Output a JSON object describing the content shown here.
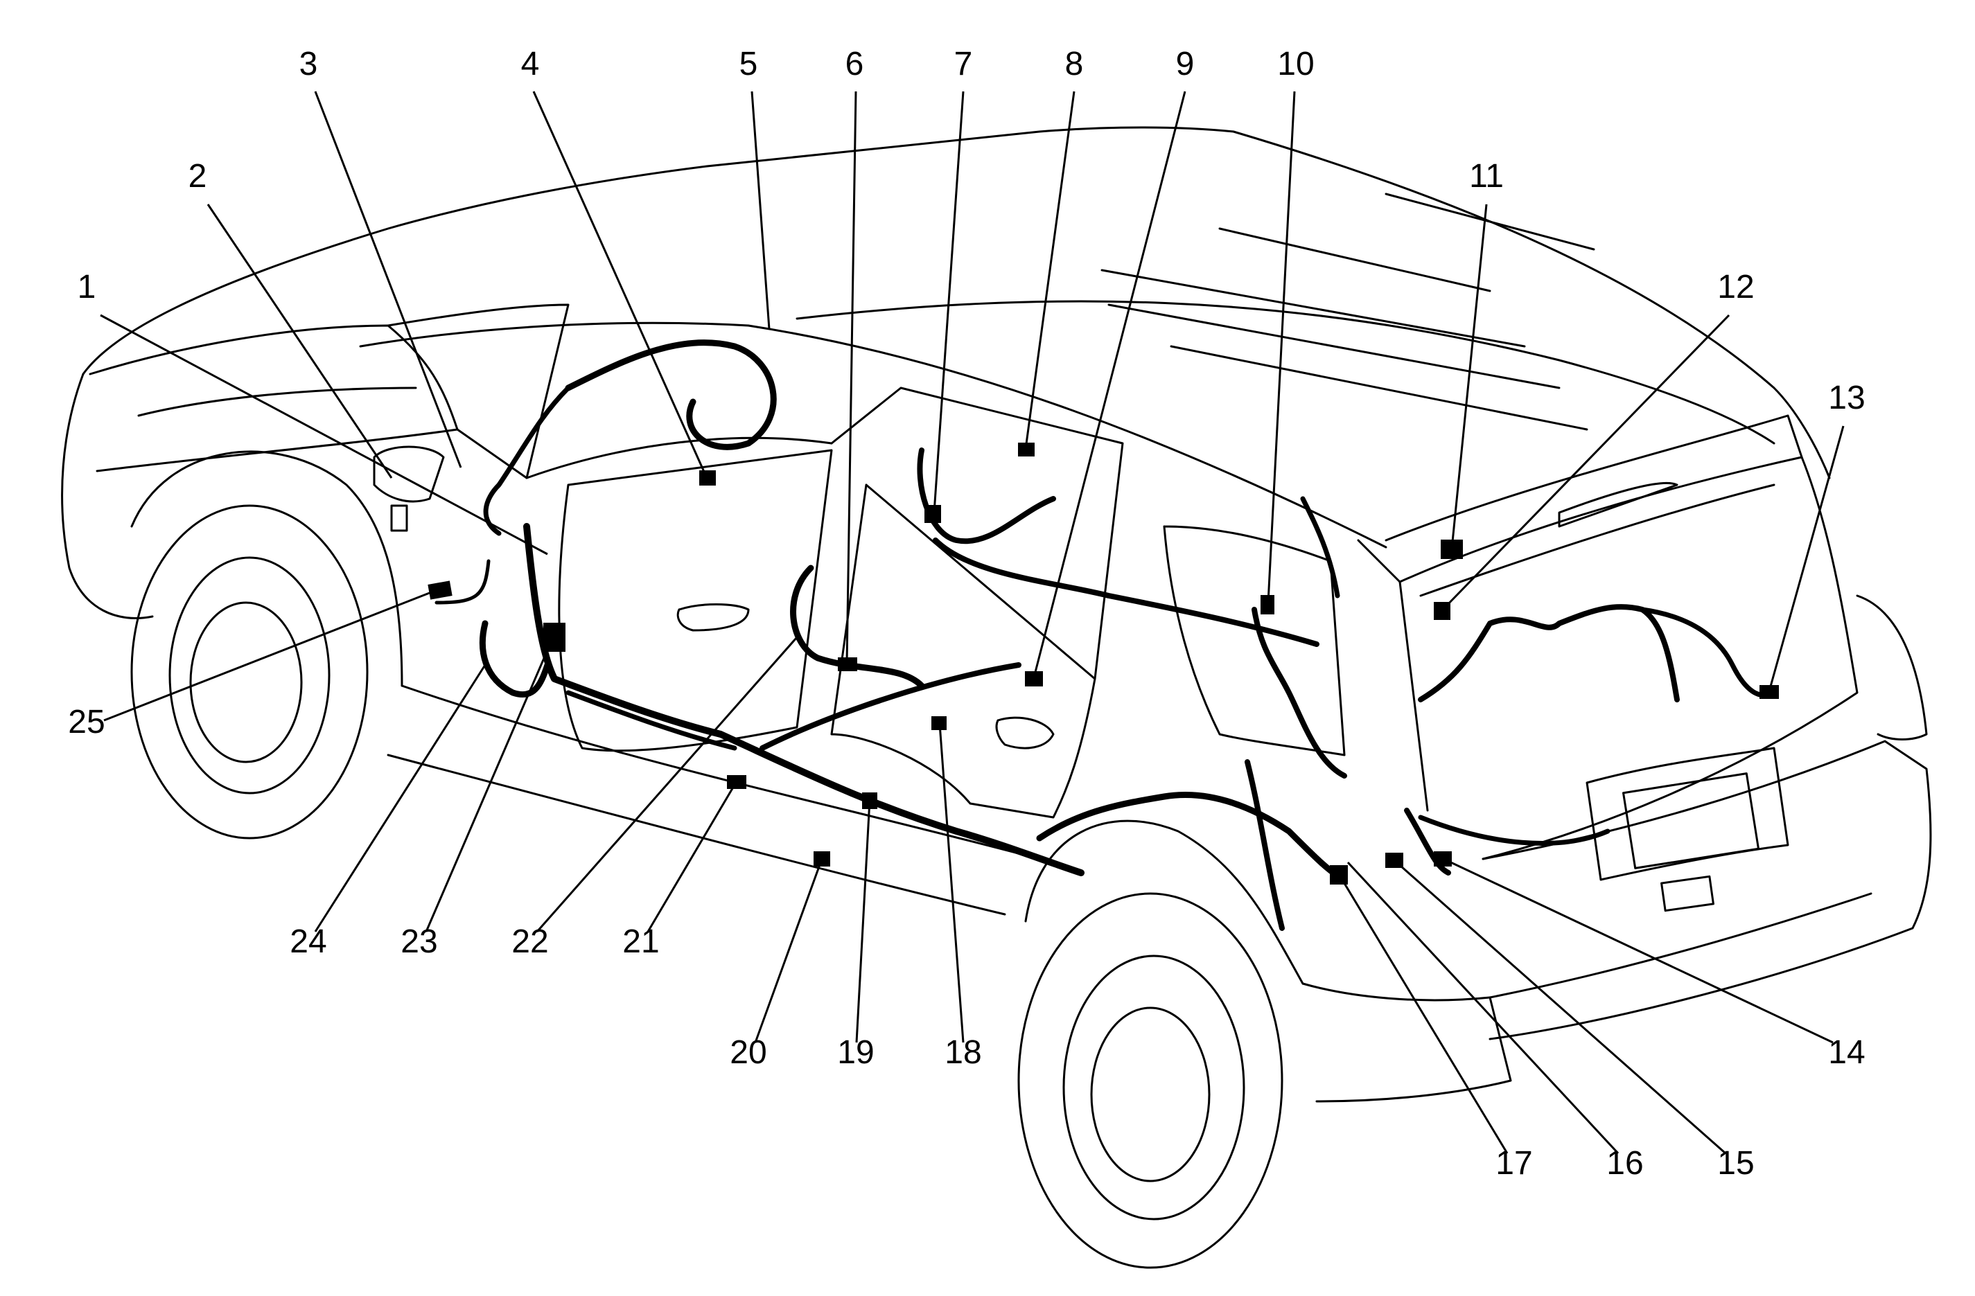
{
  "colors": {
    "line": "#000000",
    "background": "#ffffff"
  },
  "callouts": [
    {
      "id": 1,
      "label": "1"
    },
    {
      "id": 2,
      "label": "2"
    },
    {
      "id": 3,
      "label": "3"
    },
    {
      "id": 4,
      "label": "4"
    },
    {
      "id": 5,
      "label": "5"
    },
    {
      "id": 6,
      "label": "6"
    },
    {
      "id": 7,
      "label": "7"
    },
    {
      "id": 8,
      "label": "8"
    },
    {
      "id": 9,
      "label": "9"
    },
    {
      "id": 10,
      "label": "10"
    },
    {
      "id": 11,
      "label": "11"
    },
    {
      "id": 12,
      "label": "12"
    },
    {
      "id": 13,
      "label": "13"
    },
    {
      "id": 14,
      "label": "14"
    },
    {
      "id": 15,
      "label": "15"
    },
    {
      "id": 16,
      "label": "16"
    },
    {
      "id": 17,
      "label": "17"
    },
    {
      "id": 18,
      "label": "18"
    },
    {
      "id": 19,
      "label": "19"
    },
    {
      "id": 20,
      "label": "20"
    },
    {
      "id": 21,
      "label": "21"
    },
    {
      "id": 22,
      "label": "22"
    },
    {
      "id": 23,
      "label": "23"
    },
    {
      "id": 24,
      "label": "24"
    },
    {
      "id": 25,
      "label": "25"
    }
  ]
}
